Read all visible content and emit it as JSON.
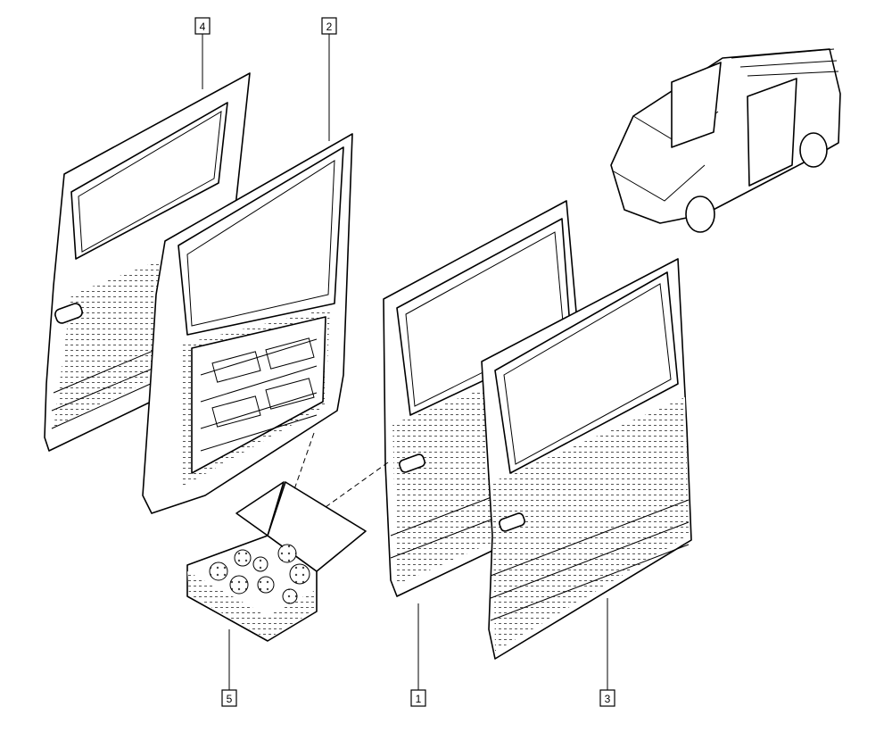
{
  "callouts": [
    {
      "label": "4"
    },
    {
      "label": "2"
    },
    {
      "label": "1"
    },
    {
      "label": "3"
    },
    {
      "label": "5"
    }
  ]
}
